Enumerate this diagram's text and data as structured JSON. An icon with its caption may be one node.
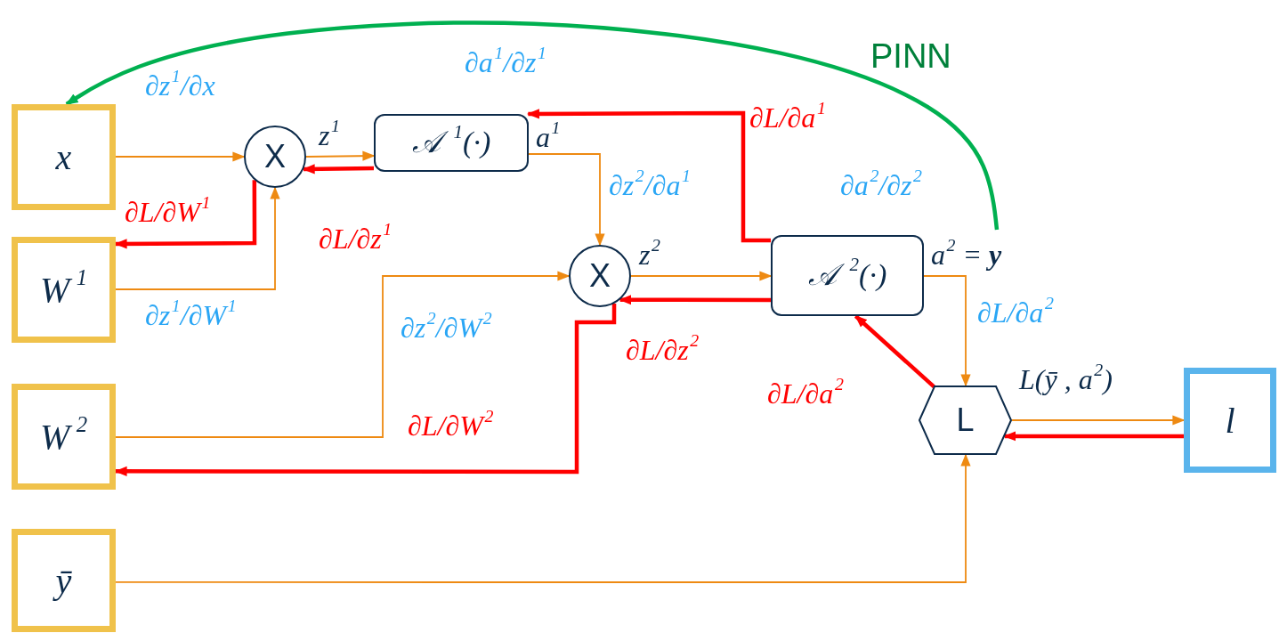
{
  "diagram": {
    "nodes": [
      {
        "text": [
          "x"
        ]
      },
      {
        "text": [
          "W$^{1}$"
        ]
      },
      {
        "text": [
          "W$^{2}$"
        ]
      },
      {
        "text": [
          "ȳ"
        ]
      },
      {
        "text": [
          "X"
        ]
      },
      {
        "text": [
          "𝒜$^{1}$(·)"
        ]
      },
      {
        "text": [
          "X"
        ]
      },
      {
        "text": [
          "𝒜$^{2}$(·)"
        ]
      },
      {
        "text": [
          "L"
        ]
      },
      {
        "text": [
          "l"
        ]
      }
    ],
    "edges": [
      {
        "from": 0,
        "to": 4,
        "arrow": "to"
      },
      {
        "from": 1,
        "to": 4,
        "arrow": "to"
      },
      {
        "from": 4,
        "to": 5,
        "arrow": "to",
        "label": "z$^{1}$"
      },
      {
        "from": 5,
        "to": 6,
        "arrow": "to",
        "label": "a$^{1}$"
      },
      {
        "from": 2,
        "to": 6,
        "arrow": "to"
      },
      {
        "from": 6,
        "to": 7,
        "arrow": "to",
        "label": "z$^{2}$"
      },
      {
        "from": 7,
        "to": 8,
        "arrow": "to",
        "label": "a$^{2}$ = **y**"
      },
      {
        "from": 3,
        "to": 8,
        "arrow": "to"
      },
      {
        "from": 8,
        "to": 9,
        "arrow": "to",
        "label": "L(ȳ , a$^{2}$)"
      },
      {
        "from": 8,
        "to": 7,
        "arrow": "to",
        "label": "∂L/∂a$^{2}$",
        "style": "thick",
        "color": "#ff0000"
      },
      {
        "from": 7,
        "to": 6,
        "arrow": "to",
        "label": "∂L/∂z$^{2}$",
        "style": "thick",
        "color": "#ff0000"
      },
      {
        "from": 6,
        "to": 2,
        "arrow": "to",
        "label": "∂L/∂W$^{2}$",
        "style": "thick",
        "color": "#ff0000"
      },
      {
        "from": 7,
        "to": 5,
        "arrow": "to",
        "label": "∂L/∂a$^{1}$",
        "style": "thick",
        "color": "#ff0000"
      },
      {
        "from": 5,
        "to": 4,
        "arrow": "to",
        "label": "∂L/∂z$^{1}$",
        "style": "thick",
        "color": "#ff0000"
      },
      {
        "from": 4,
        "to": 1,
        "arrow": "to",
        "label": "∂L/∂W$^{1}$",
        "style": "thick",
        "color": "#ff0000"
      },
      {
        "from": 9,
        "to": 8,
        "arrow": "to",
        "style": "thick",
        "color": "#ff0000"
      },
      {
        "from": null,
        "to": 0,
        "arrow": "to",
        "label": "PINN",
        "style": "thick",
        "color": "#00b050"
      }
    ],
    "labels": [
      "∂a$^{1}$/∂z$^{1}$",
      "∂z$^{1}$/∂x",
      "∂z$^{2}$/∂a$^{1}$",
      "∂a$^{2}$/∂z$^{2}$",
      "∂z$^{1}$/∂W$^{1}$",
      "∂z$^{2}$/∂W$^{2}$",
      "∂L/∂a$^{2}$"
    ]
  }
}
